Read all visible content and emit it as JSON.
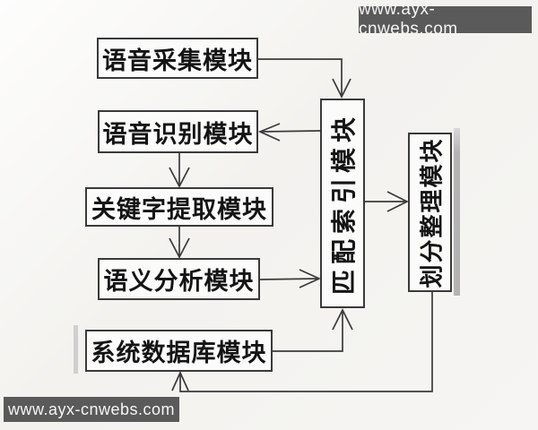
{
  "watermarks": {
    "top": "www.ayx-cnwebs.com",
    "bottom": "www.ayx-cnwebs.com"
  },
  "diagram": {
    "type": "flowchart",
    "nodes": [
      {
        "id": "voice-collection",
        "label": "语音采集模块",
        "orientation": "horizontal"
      },
      {
        "id": "voice-recognition",
        "label": "语音识别模块",
        "orientation": "horizontal"
      },
      {
        "id": "keyword-extraction",
        "label": "关键字提取模块",
        "orientation": "horizontal"
      },
      {
        "id": "semantic-analysis",
        "label": "语义分析模块",
        "orientation": "horizontal"
      },
      {
        "id": "system-database",
        "label": "系统数据库模块",
        "orientation": "horizontal"
      },
      {
        "id": "matching-index",
        "label": "匹配索引模块",
        "orientation": "vertical"
      },
      {
        "id": "partition-organize",
        "label": "划分整理模块",
        "orientation": "vertical"
      }
    ],
    "edges": [
      {
        "from": "voice-collection",
        "to": "matching-index"
      },
      {
        "from": "matching-index",
        "to": "voice-recognition"
      },
      {
        "from": "voice-recognition",
        "to": "keyword-extraction"
      },
      {
        "from": "keyword-extraction",
        "to": "semantic-analysis"
      },
      {
        "from": "semantic-analysis",
        "to": "matching-index"
      },
      {
        "from": "matching-index",
        "to": "partition-organize"
      },
      {
        "from": "system-database",
        "to": "matching-index"
      },
      {
        "from": "partition-organize",
        "to": "system-database"
      }
    ]
  },
  "colors": {
    "background": "#f4f3f1",
    "line": "#3a3a3a",
    "node_fill": "#fbfbfa",
    "node_border": "#3a3a3a",
    "watermark_bg": "#5a5a5a",
    "watermark_text": "#f5f5f5"
  }
}
